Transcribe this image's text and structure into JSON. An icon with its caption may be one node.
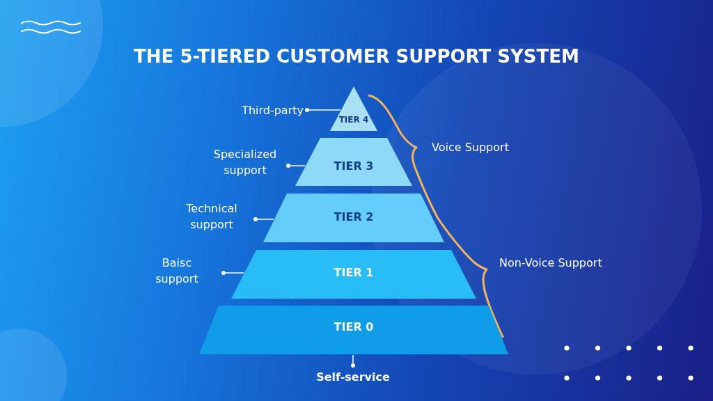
{
  "diagram": {
    "title": "THE 5-TIERED CUSTOMER SUPPORT SYSTEM",
    "nodes": [
      {
        "text": [
          "Third-party"
        ]
      },
      {
        "text": [
          "TIER 4"
        ]
      },
      {
        "text": [
          "Specialized support"
        ]
      },
      {
        "text": [
          "TIER 3"
        ]
      },
      {
        "text": [
          "Technical support"
        ]
      },
      {
        "text": [
          "TIER 2"
        ]
      },
      {
        "text": [
          "Baisc support"
        ]
      },
      {
        "text": [
          "TIER 1"
        ]
      },
      {
        "text": [
          "TIER 0"
        ]
      },
      {
        "text": [
          "Self-service"
        ]
      }
    ],
    "edges": [
      {
        "from": 0,
        "to": 1,
        "arrow": "other"
      },
      {
        "from": 2,
        "to": 3,
        "arrow": "other"
      },
      {
        "from": 4,
        "to": 5,
        "arrow": "other"
      },
      {
        "from": 6,
        "to": 7,
        "arrow": "other"
      },
      {
        "from": 9,
        "to": 8,
        "arrow": "other"
      }
    ],
    "labels": [
      "Voice Support",
      "Non-Voice Support"
    ]
  }
}
